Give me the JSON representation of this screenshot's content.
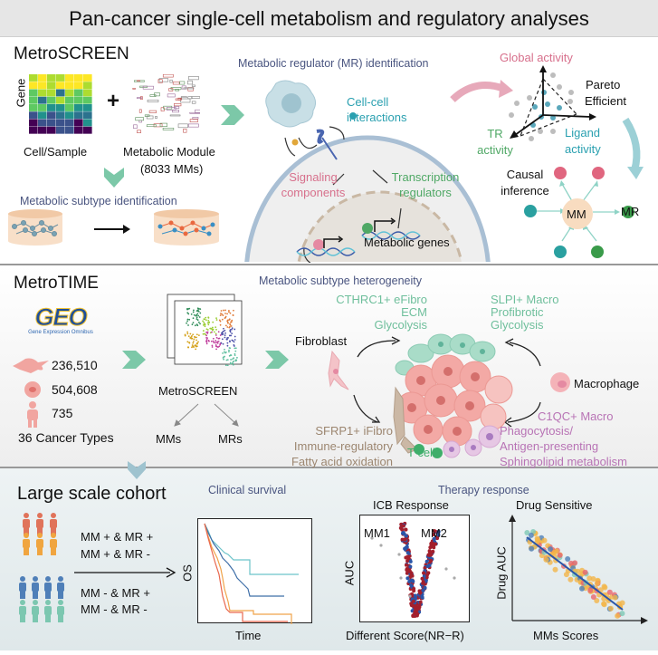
{
  "title": "Pan-cancer single-cell metabolism and regulatory analyses",
  "metroscreen": {
    "heading": "MetroSCREEN",
    "heatmap_axis": "Gene",
    "plus": "+",
    "cell_sample": "Cell/Sample",
    "module_label": "Metabolic Module",
    "module_count": "(8033 MMs)",
    "subtype_label": "Metabolic subtype identification",
    "mr_title": "Metabolic regulator (MR) identification",
    "cell_cell": [
      "Cell-cell",
      "interactions"
    ],
    "signaling": [
      "Signaling",
      "components"
    ],
    "transcription": [
      "Transcription",
      "regulators"
    ],
    "metabolic_genes": "Metabolic genes",
    "global_activity": "Global activity",
    "pareto": [
      "Pareto",
      "Efficient"
    ],
    "tr_activity": [
      "TR",
      "activity"
    ],
    "ligand_activity": [
      "Ligand",
      "activity"
    ],
    "causal": [
      "Causal",
      "inference"
    ],
    "mm": "MM",
    "mr": "MR"
  },
  "metrotime": {
    "heading": "MetroTIME",
    "geo_logo": "GEO",
    "geo_subtitle": "Gene Expression Omnibus",
    "counts": [
      "236,510",
      "504,608",
      "735"
    ],
    "cancer_types": "36 Cancer Types",
    "metroscreen_label": "MetroSCREEN",
    "mms": "MMs",
    "mrs": "MRs",
    "heterogeneity_title": "Metabolic subtype heterogeneity",
    "efibro": [
      "CTHRC1+ eFibro",
      "ECM",
      "Glycolysis"
    ],
    "slpi_macro": [
      "SLPI+ Macro",
      "Profibrotic",
      "Glycolysis"
    ],
    "fibroblast": "Fibroblast",
    "macrophage": "Macrophage",
    "ifibro": [
      "SFRP1+ iFibro",
      "Immune-regulatory",
      "Fatty acid oxidation"
    ],
    "t_cell": "T cell",
    "c1qc_macro": [
      "C1QC+ Macro",
      "Phagocytosis/",
      "Antigen-presenting",
      "Sphingolipid metabolism"
    ]
  },
  "cohort": {
    "heading": "Large scale cohort",
    "groups": [
      "MM + & MR +",
      "MM + & MR -",
      "MM - & MR +",
      "MM - & MR -"
    ],
    "clinical_survival": "Clinical survival",
    "os_label": "OS",
    "time_label": "Time",
    "therapy_response": "Therapy response",
    "icb_title": "ICB Response",
    "auc_label": "AUC",
    "mm1": "MM1",
    "mm2": "MM2",
    "icb_xlabel": "Different Score(NR−R)",
    "drug_title": "Drug Sensitive",
    "drug_ylabel": "Drug AUC",
    "drug_xlabel": "MMs Scores"
  },
  "colors": {
    "teal": "#2aa0b0",
    "pink": "#d7708c",
    "green": "#4fa865",
    "chevron": "#7cc8a8",
    "subtitle": "#4a5580",
    "brown": "#9c8670",
    "purple": "#b873b5",
    "mint": "#6fbf9c"
  }
}
